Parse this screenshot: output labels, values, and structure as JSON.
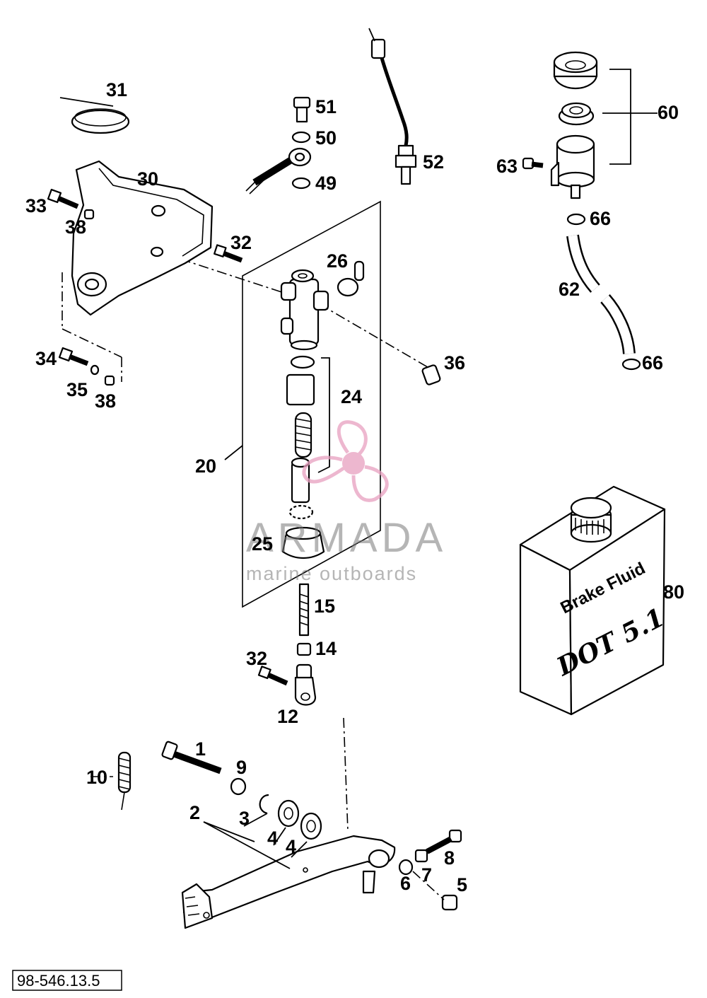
{
  "diagram_code": "98-546.13.5",
  "watermark": {
    "brand": "ARMADA",
    "tagline": "marine outboards",
    "logo_color": "#e8a0c0",
    "text_color": "#808080"
  },
  "bottle": {
    "line1": "Brake Fluid",
    "line2": "DOT 5.1"
  },
  "callouts": {
    "c1": "1",
    "c2": "2",
    "c3": "3",
    "c4a": "4",
    "c4b": "4",
    "c5": "5",
    "c6": "6",
    "c7": "7",
    "c8": "8",
    "c9": "9",
    "c10": "10",
    "c12": "12",
    "c14": "14",
    "c15": "15",
    "c20": "20",
    "c24": "24",
    "c25": "25",
    "c26": "26",
    "c30": "30",
    "c31": "31",
    "c32a": "32",
    "c32b": "32",
    "c33": "33",
    "c34": "34",
    "c35": "35",
    "c36": "36",
    "c38a": "38",
    "c38b": "38",
    "c49": "49",
    "c50": "50",
    "c51": "51",
    "c52": "52",
    "c60": "60",
    "c62": "62",
    "c63": "63",
    "c66a": "66",
    "c66b": "66",
    "c80": "80"
  }
}
